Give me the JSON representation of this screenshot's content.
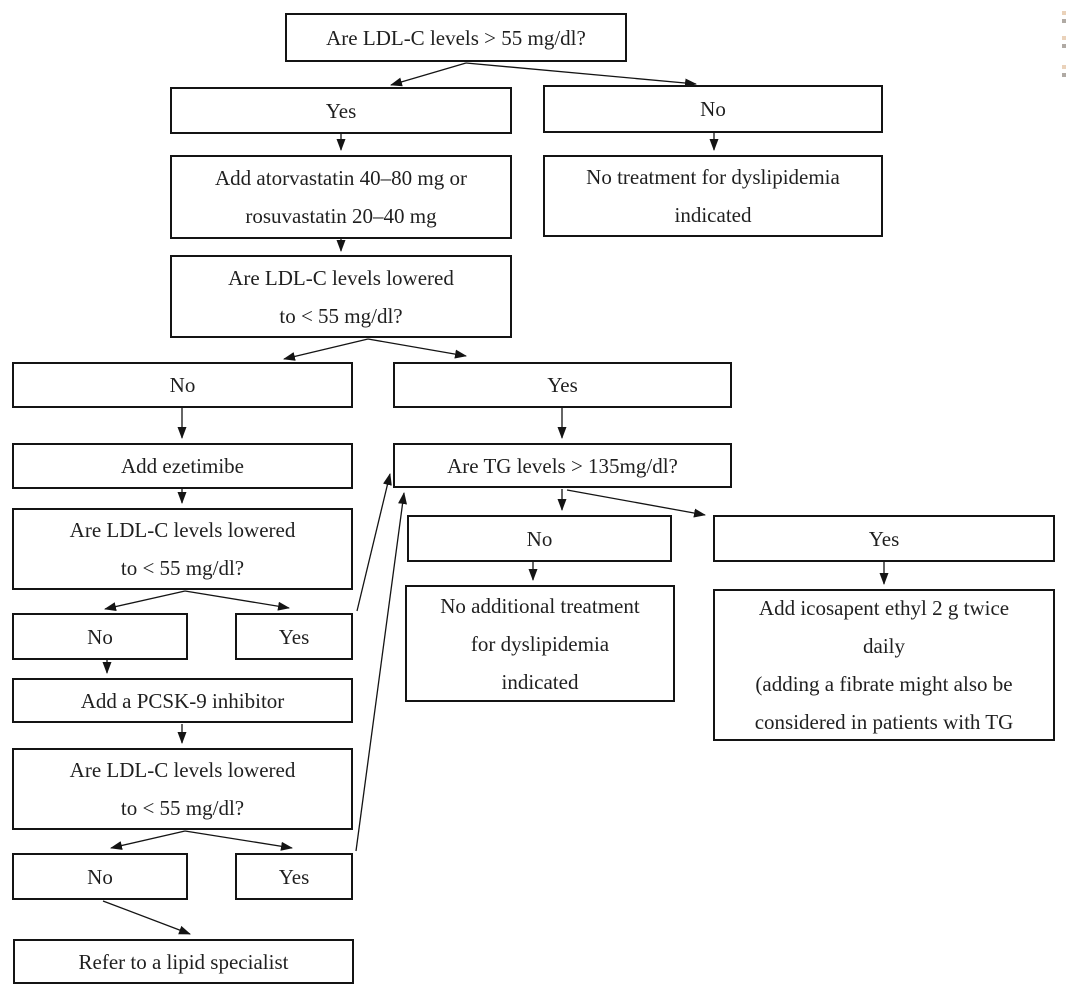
{
  "colors": {
    "background": "#ffffff",
    "box_border": "#141414",
    "arrow": "#141414",
    "text": "#1f1f1f"
  },
  "flowchart": {
    "nodes": {
      "q_ldl": {
        "label": "Are LDL-C levels > 55 mg/dl?"
      },
      "yes_1": {
        "label": "Yes"
      },
      "no_1": {
        "label": "No"
      },
      "statin": {
        "label": "Add atorvastatin 40–80 mg or\nrosuvastatin 20–40 mg"
      },
      "no_treatment": {
        "label": "No treatment for dyslipidemia\nindicated"
      },
      "q_lowered_1": {
        "label": "Are LDL-C levels lowered\nto < 55 mg/dl?"
      },
      "no_2": {
        "label": "No"
      },
      "yes_2": {
        "label": "Yes"
      },
      "ezetimibe": {
        "label": "Add ezetimibe"
      },
      "q_tg": {
        "label": "Are TG levels > 135mg/dl?"
      },
      "q_lowered_2": {
        "label": "Are LDL-C levels lowered\nto < 55 mg/dl?"
      },
      "no_tg": {
        "label": "No"
      },
      "yes_tg": {
        "label": "Yes"
      },
      "no_3": {
        "label": "No"
      },
      "yes_3": {
        "label": "Yes"
      },
      "no_additional": {
        "label": "No additional treatment\nfor dyslipidemia\nindicated"
      },
      "icosapent": {
        "label": "Add icosapent ethyl 2 g twice\ndaily\n(adding a fibrate might also be\nconsidered in patients with TG"
      },
      "pcsk9": {
        "label": "Add a PCSK-9 inhibitor"
      },
      "q_lowered_3": {
        "label": "Are LDL-C levels lowered\nto < 55 mg/dl?"
      },
      "no_4": {
        "label": "No"
      },
      "yes_4": {
        "label": "Yes"
      },
      "refer": {
        "label": "Refer to a lipid specialist"
      }
    },
    "edges": [
      {
        "from": "q_ldl",
        "to": "yes_1"
      },
      {
        "from": "q_ldl",
        "to": "no_1"
      },
      {
        "from": "yes_1",
        "to": "statin"
      },
      {
        "from": "no_1",
        "to": "no_treatment"
      },
      {
        "from": "statin",
        "to": "q_lowered_1"
      },
      {
        "from": "q_lowered_1",
        "to": "no_2"
      },
      {
        "from": "q_lowered_1",
        "to": "yes_2"
      },
      {
        "from": "no_2",
        "to": "ezetimibe"
      },
      {
        "from": "yes_2",
        "to": "q_tg"
      },
      {
        "from": "ezetimibe",
        "to": "q_lowered_2"
      },
      {
        "from": "q_lowered_2",
        "to": "no_3"
      },
      {
        "from": "q_lowered_2",
        "to": "yes_3"
      },
      {
        "from": "no_3",
        "to": "pcsk9"
      },
      {
        "from": "yes_3",
        "to": "q_tg"
      },
      {
        "from": "pcsk9",
        "to": "q_lowered_3"
      },
      {
        "from": "q_lowered_3",
        "to": "no_4"
      },
      {
        "from": "q_lowered_3",
        "to": "yes_4"
      },
      {
        "from": "no_4",
        "to": "refer"
      },
      {
        "from": "yes_4",
        "to": "q_tg"
      },
      {
        "from": "q_tg",
        "to": "no_tg"
      },
      {
        "from": "q_tg",
        "to": "yes_tg"
      },
      {
        "from": "no_tg",
        "to": "no_additional"
      },
      {
        "from": "yes_tg",
        "to": "icosapent"
      }
    ]
  }
}
